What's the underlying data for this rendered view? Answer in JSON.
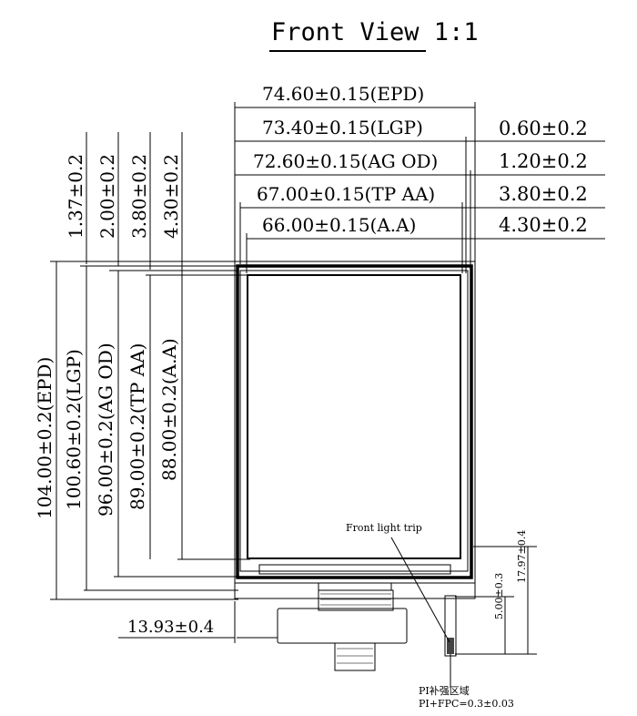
{
  "title": "Front View 1:1",
  "horizontal_dims": {
    "epd": "74.60±0.15(EPD)",
    "lgp": "73.40±0.15(LGP)",
    "ag_od": "72.60±0.15(AG OD)",
    "tp_aa": "67.00±0.15(TP AA)",
    "aa": "66.00±0.15(A.A)"
  },
  "right_offsets": [
    "0.60±0.2",
    "1.20±0.2",
    "3.80±0.2",
    "4.30±0.2"
  ],
  "top_offsets": [
    "1.37±0.2",
    "2.00±0.2",
    "3.80±0.2",
    "4.30±0.2"
  ],
  "vertical_dims": {
    "epd": "104.00±0.2(EPD)",
    "lgp": "100.60±0.2(LGP)",
    "ag_od": "96.00±0.2(AG OD)",
    "tp_aa": "89.00±0.2(TP AA)",
    "aa": "88.00±0.2(A.A)"
  },
  "fpc_offset": "13.93±0.4",
  "front_light_label": "Front light trip",
  "right_small_dims": {
    "tab_height": "5.00±0.3",
    "total": "17.97±0.4"
  },
  "pi_note": {
    "line1": "PI补强区域",
    "line2": "PI+FPC=0.3±0.03"
  }
}
